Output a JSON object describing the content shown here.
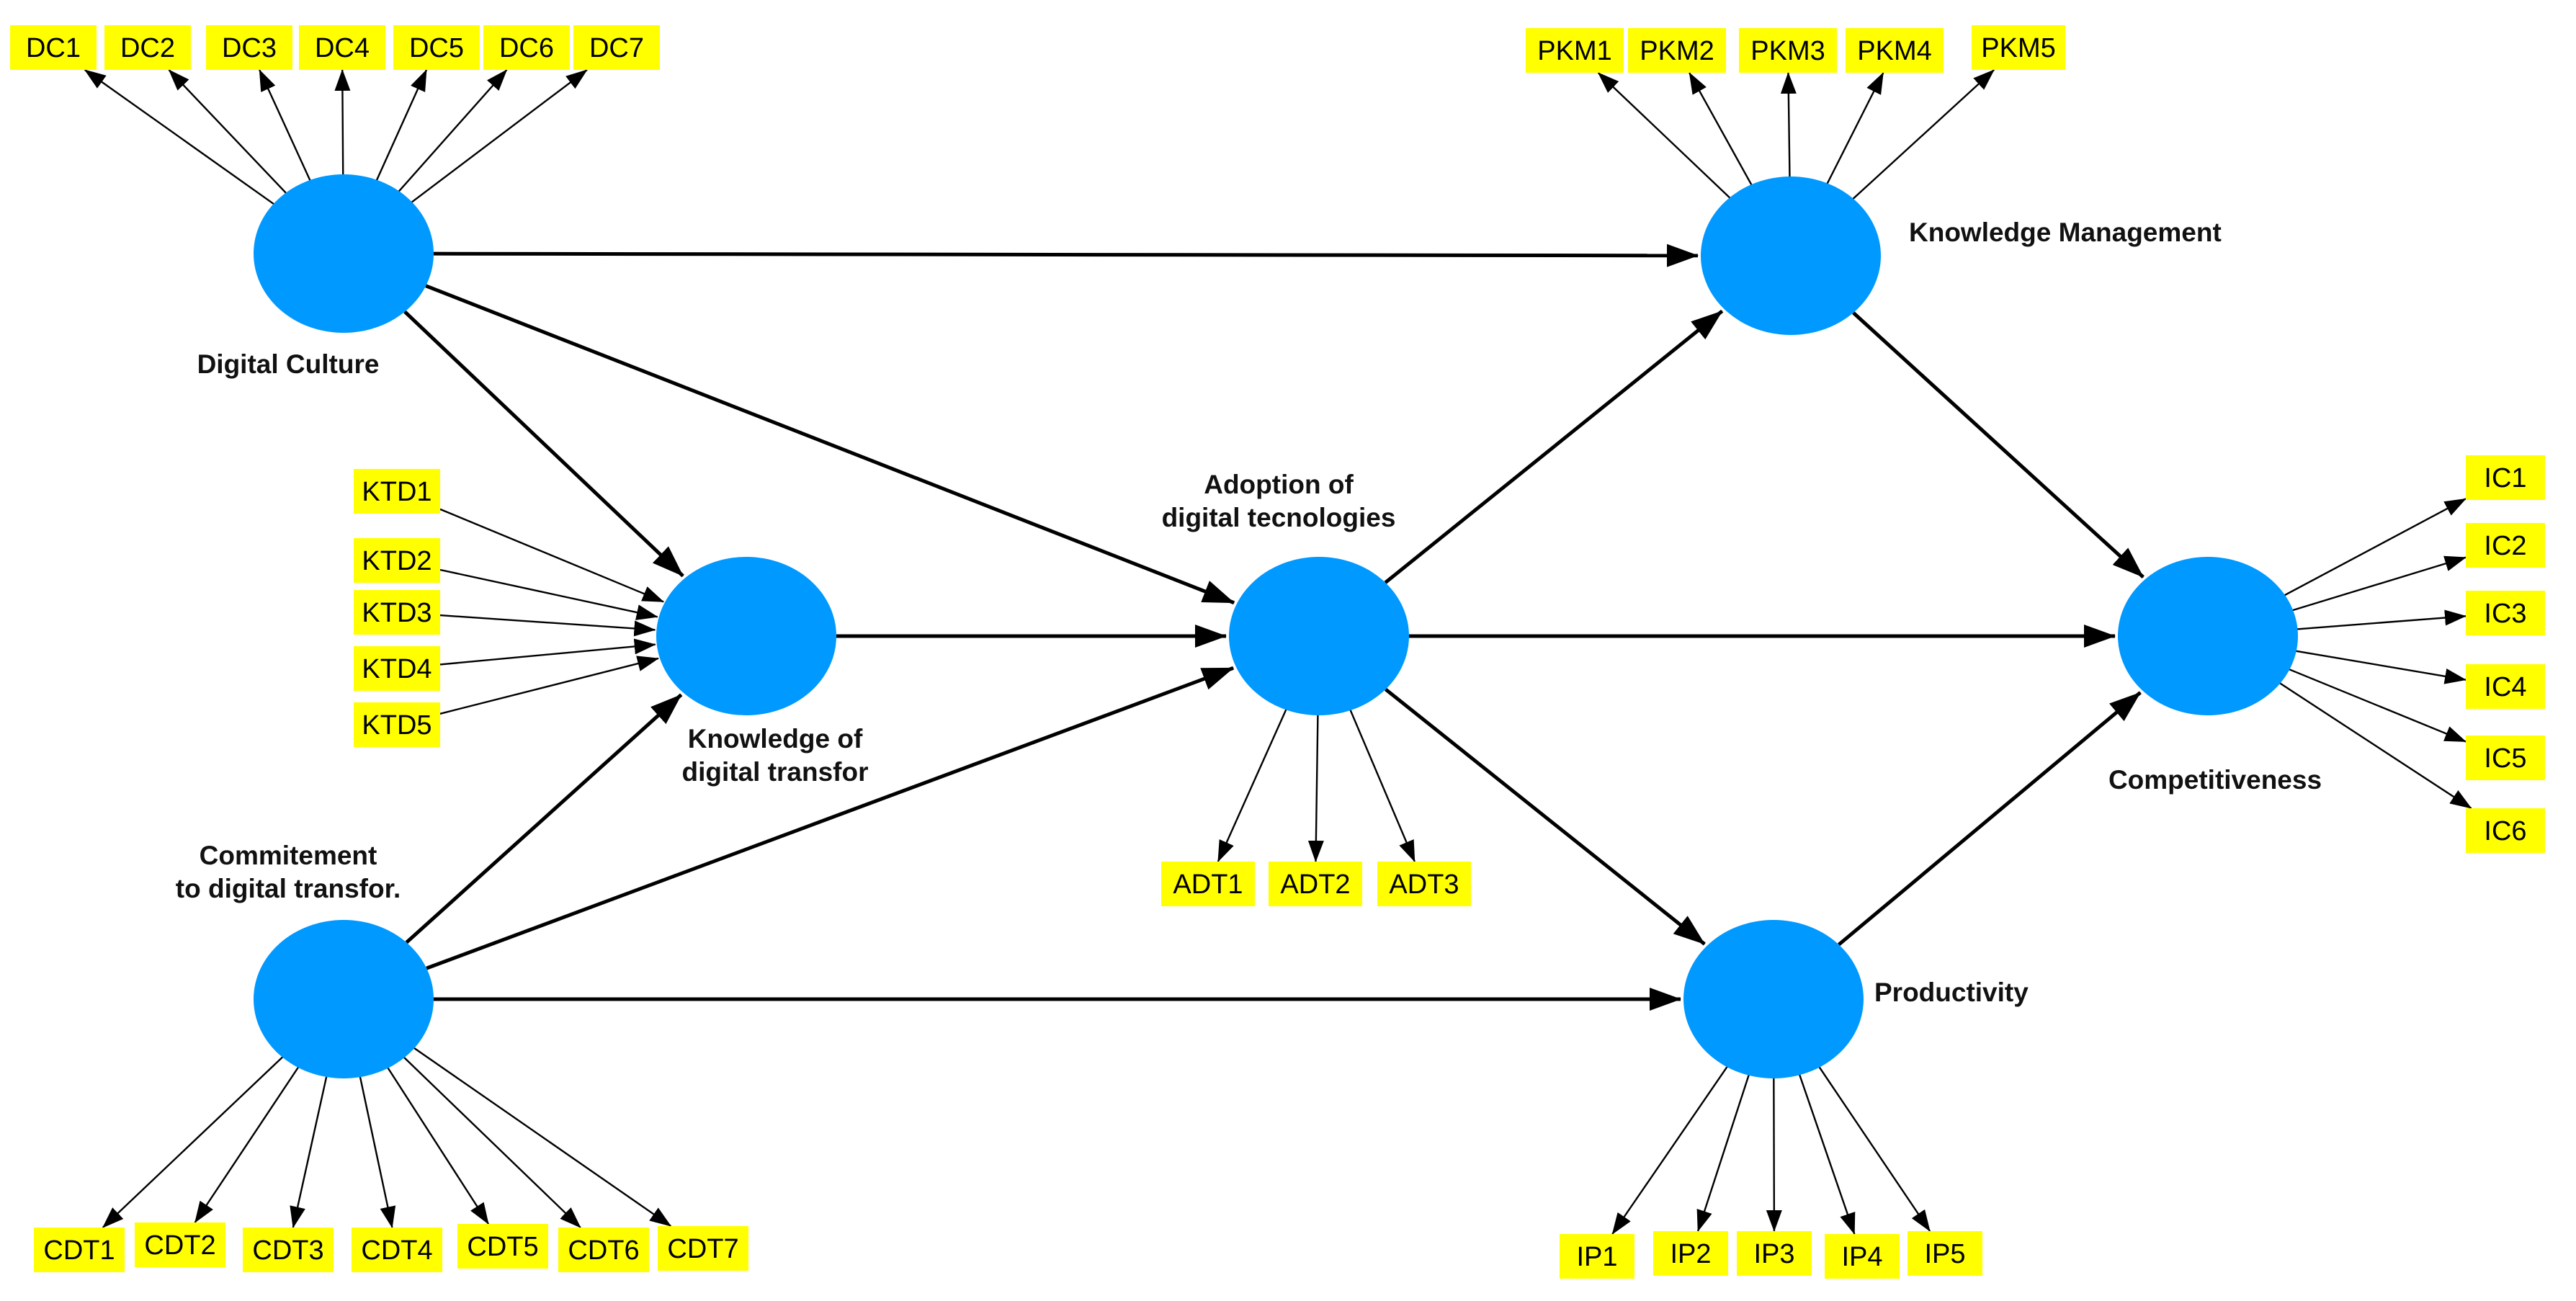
{
  "constructs": [
    {
      "id": "DC",
      "label_lines": [
        "Digital Culture"
      ]
    },
    {
      "id": "KTD",
      "label_lines": [
        "Knowledge of",
        "digital transfor"
      ]
    },
    {
      "id": "CDT",
      "label_lines": [
        "Commitement",
        "to digital transfor."
      ]
    },
    {
      "id": "ADT",
      "label_lines": [
        "Adoption of",
        "digital tecnologies"
      ]
    },
    {
      "id": "PKM",
      "label_lines": [
        "Knowledge Management"
      ]
    },
    {
      "id": "IP",
      "label_lines": [
        "Productivity"
      ]
    },
    {
      "id": "IC",
      "label_lines": [
        "Competitiveness"
      ]
    }
  ],
  "indicators": {
    "DC": [
      "DC1",
      "DC2",
      "DC3",
      "DC4",
      "DC5",
      "DC6",
      "DC7"
    ],
    "KTD": [
      "KTD1",
      "KTD2",
      "KTD3",
      "KTD4",
      "KTD5"
    ],
    "CDT": [
      "CDT1",
      "CDT2",
      "CDT3",
      "CDT4",
      "CDT5",
      "CDT6",
      "CDT7"
    ],
    "ADT": [
      "ADT1",
      "ADT2",
      "ADT3"
    ],
    "PKM": [
      "PKM1",
      "PKM2",
      "PKM3",
      "PKM4",
      "PKM5"
    ],
    "IP": [
      "IP1",
      "IP2",
      "IP3",
      "IP4",
      "IP5"
    ],
    "IC": [
      "IC1",
      "IC2",
      "IC3",
      "IC4",
      "IC5",
      "IC6"
    ]
  },
  "paths": [
    [
      "DC",
      "PKM"
    ],
    [
      "DC",
      "KTD"
    ],
    [
      "DC",
      "ADT"
    ],
    [
      "KTD",
      "ADT"
    ],
    [
      "CDT",
      "KTD"
    ],
    [
      "CDT",
      "ADT"
    ],
    [
      "CDT",
      "IP"
    ],
    [
      "ADT",
      "PKM"
    ],
    [
      "ADT",
      "IC"
    ],
    [
      "ADT",
      "IP"
    ],
    [
      "PKM",
      "IC"
    ],
    [
      "IP",
      "IC"
    ]
  ],
  "colors": {
    "construct": "#0099ff",
    "indicator": "#ffff00"
  }
}
